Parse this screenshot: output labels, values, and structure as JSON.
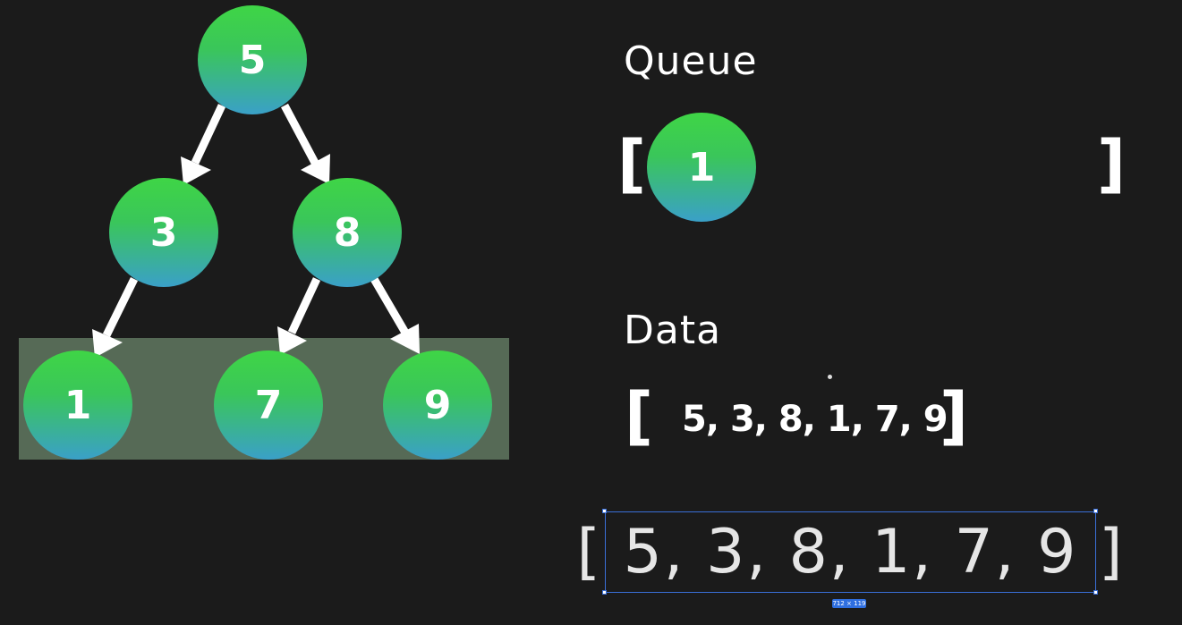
{
  "tree": {
    "nodes": [
      {
        "id": "root",
        "value": "5"
      },
      {
        "id": "left",
        "value": "3"
      },
      {
        "id": "right",
        "value": "8"
      },
      {
        "id": "left-left",
        "value": "1"
      },
      {
        "id": "right-left",
        "value": "7"
      },
      {
        "id": "right-right",
        "value": "9"
      }
    ],
    "highlighted_level": [
      "1",
      "7",
      "9"
    ]
  },
  "queue": {
    "title": "Queue",
    "open_bracket": "[",
    "close_bracket": "]",
    "items": [
      "1"
    ]
  },
  "data": {
    "title": "Data",
    "open_bracket": "[",
    "close_bracket": "]",
    "values_text": "5, 3, 8, 1, 7, 9"
  },
  "result": {
    "text": "[ 5, 3, 8, 1, 7, 9 ]",
    "size_badge": "712 × 119"
  },
  "colors": {
    "background": "#1b1b1b",
    "node_top": "#3fd546",
    "node_bottom": "#3aa0c8",
    "highlight": "#566a56",
    "selection": "#3a6fd8"
  }
}
